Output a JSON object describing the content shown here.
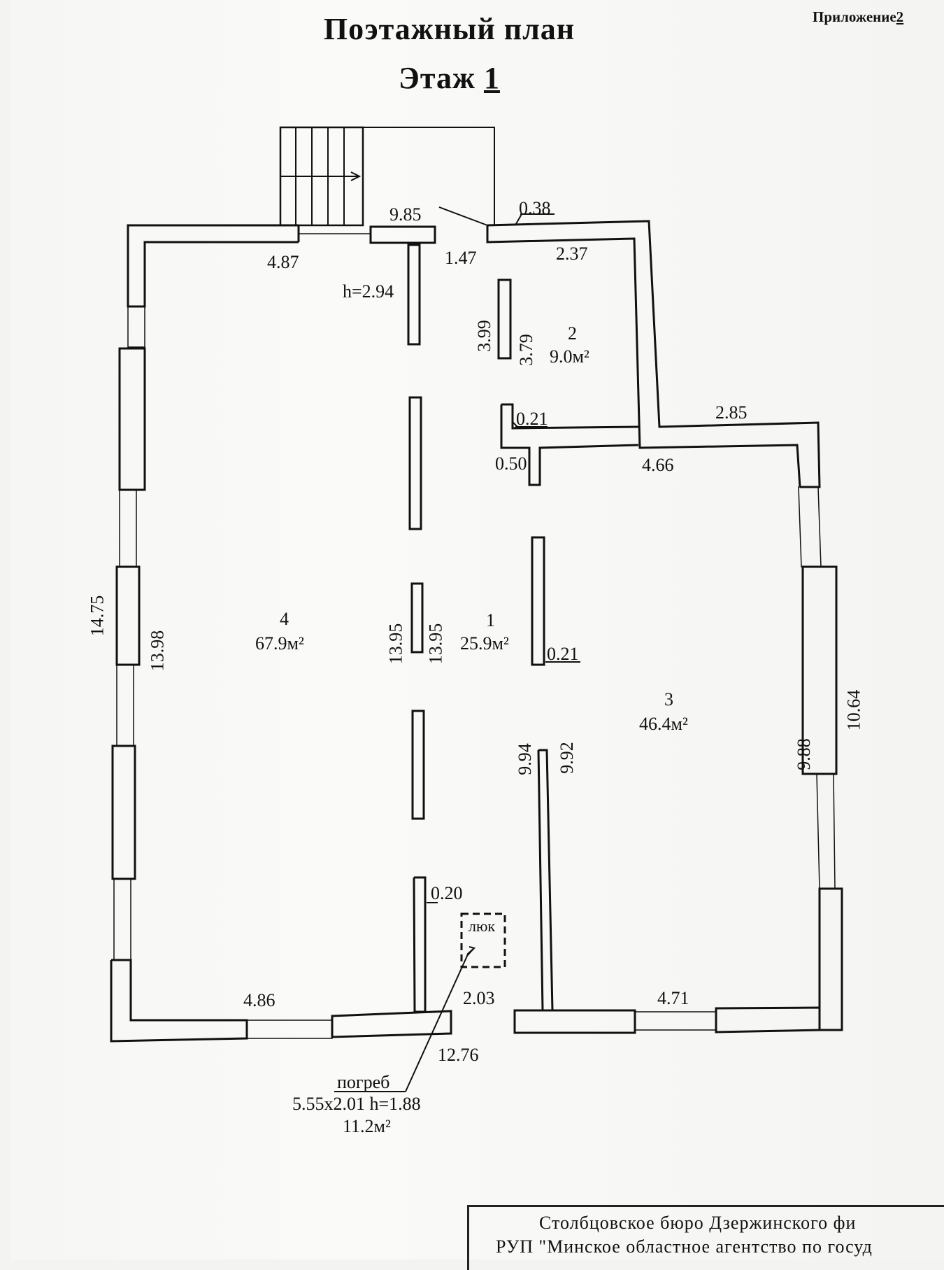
{
  "header": {
    "title": "Поэтажный план",
    "floor_prefix": "Этаж ",
    "floor_number": "1",
    "appendix_label": "Приложение",
    "appendix_number": "2"
  },
  "rooms": [
    {
      "number": "1",
      "area": "25.9м²"
    },
    {
      "number": "2",
      "area": "9.0м²"
    },
    {
      "number": "3",
      "area": "46.4м²"
    },
    {
      "number": "4",
      "area": "67.9м²"
    }
  ],
  "dimensions": {
    "stair_width": "9.85",
    "top_left_wall": "4.87",
    "door_width": "1.47",
    "ceiling_height": "h=2.94",
    "wall_0_38": "0.38",
    "room2_top": "2.37",
    "room2_left_outer": "3.99",
    "room2_left_inner": "3.79",
    "wall_0_21_upper": "0.21",
    "wall_0_50": "0.50",
    "step_2_85": "2.85",
    "room3_top": "4.66",
    "left_outer": "14.75",
    "left_inner": "13.98",
    "center_left": "13.95",
    "center_right": "13.95",
    "wall_0_21_lower": "0.21",
    "room3_right_outer": "10.64",
    "room3_right_inner": "9.88",
    "corridor_left": "9.94",
    "corridor_right": "9.92",
    "wall_0_20": "0.20",
    "bottom_left": "4.86",
    "bottom_door": "2.03",
    "bottom_right": "4.71",
    "total_width": "12.76"
  },
  "hatch_label": "люк",
  "cellar": {
    "label": "погреб",
    "size": "5.55x2.01 h=1.88",
    "area": "11.2м²"
  },
  "stamp": {
    "line1": "Столбцовское  бюро     Дзержинского  фи",
    "line2": "РУП \"Минское областное агентство по госуд"
  }
}
